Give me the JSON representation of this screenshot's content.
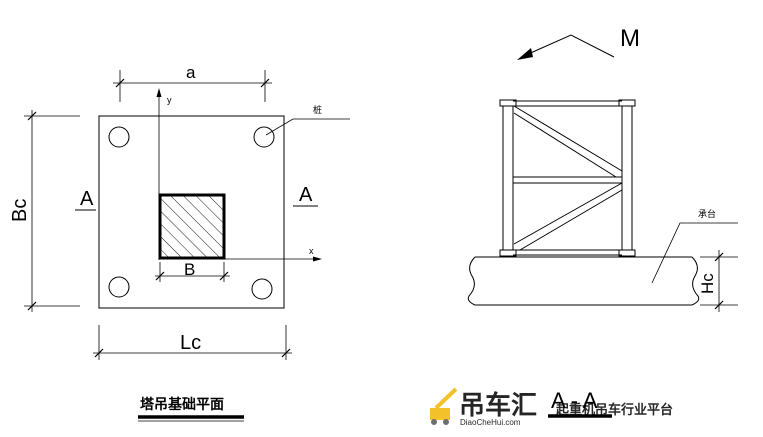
{
  "plan_view": {
    "header_fragment": "",
    "dim_a": "a",
    "dim_Bc": "Bc",
    "dim_Lc": "Lc",
    "dim_B": "B",
    "axis_y": "y",
    "axis_x": "x",
    "section_left": "A",
    "section_right": "A",
    "pile_label": "桩",
    "title": "塔吊基础平面"
  },
  "section_view": {
    "moment_label": "M",
    "cap_label": "承台",
    "dim_Hc": "Hc",
    "title": "A - A"
  },
  "watermark": {
    "brand": "吊车汇",
    "domain": "DiaoCheHui.com",
    "slogan": "起重机吊车行业平台"
  }
}
